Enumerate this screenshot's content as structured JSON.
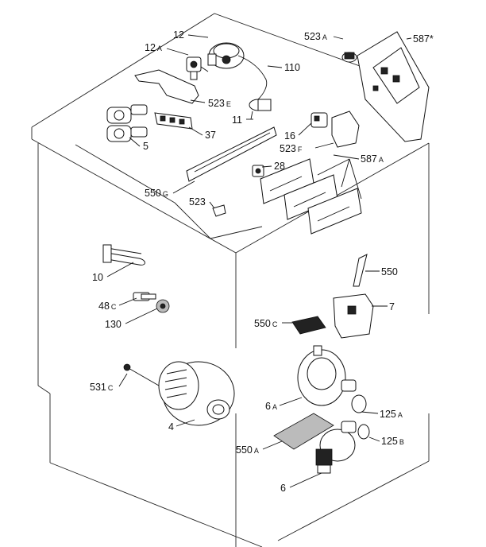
{
  "diagram": {
    "labels": [
      {
        "id": "p12",
        "text": "12"
      },
      {
        "id": "p12a",
        "text": "12",
        "suffix": "A"
      },
      {
        "id": "p110",
        "text": "110"
      },
      {
        "id": "p523e",
        "text": "523",
        "suffix": "E"
      },
      {
        "id": "p5",
        "text": "5"
      },
      {
        "id": "p37",
        "text": "37"
      },
      {
        "id": "p11",
        "text": "11"
      },
      {
        "id": "p523a",
        "text": "523",
        "suffix": "A"
      },
      {
        "id": "p587s",
        "text": "587*"
      },
      {
        "id": "p16",
        "text": "16"
      },
      {
        "id": "p523f",
        "text": "523",
        "suffix": "F"
      },
      {
        "id": "p587a",
        "text": "587",
        "suffix": "A"
      },
      {
        "id": "p28",
        "text": "28"
      },
      {
        "id": "p550g",
        "text": "550",
        "suffix": "G"
      },
      {
        "id": "p523",
        "text": "523"
      },
      {
        "id": "p10",
        "text": "10"
      },
      {
        "id": "p48c",
        "text": "48",
        "suffix": "C"
      },
      {
        "id": "p130",
        "text": "130"
      },
      {
        "id": "p550",
        "text": "550"
      },
      {
        "id": "p7",
        "text": "7"
      },
      {
        "id": "p550c",
        "text": "550",
        "suffix": "C"
      },
      {
        "id": "p531c",
        "text": "531",
        "suffix": "C"
      },
      {
        "id": "p4",
        "text": "4"
      },
      {
        "id": "p6a",
        "text": "6",
        "suffix": "A"
      },
      {
        "id": "p125a",
        "text": "125",
        "suffix": "A"
      },
      {
        "id": "p125b",
        "text": "125",
        "suffix": "B"
      },
      {
        "id": "p550a",
        "text": "550",
        "suffix": "A"
      },
      {
        "id": "p6",
        "text": "6"
      }
    ]
  }
}
